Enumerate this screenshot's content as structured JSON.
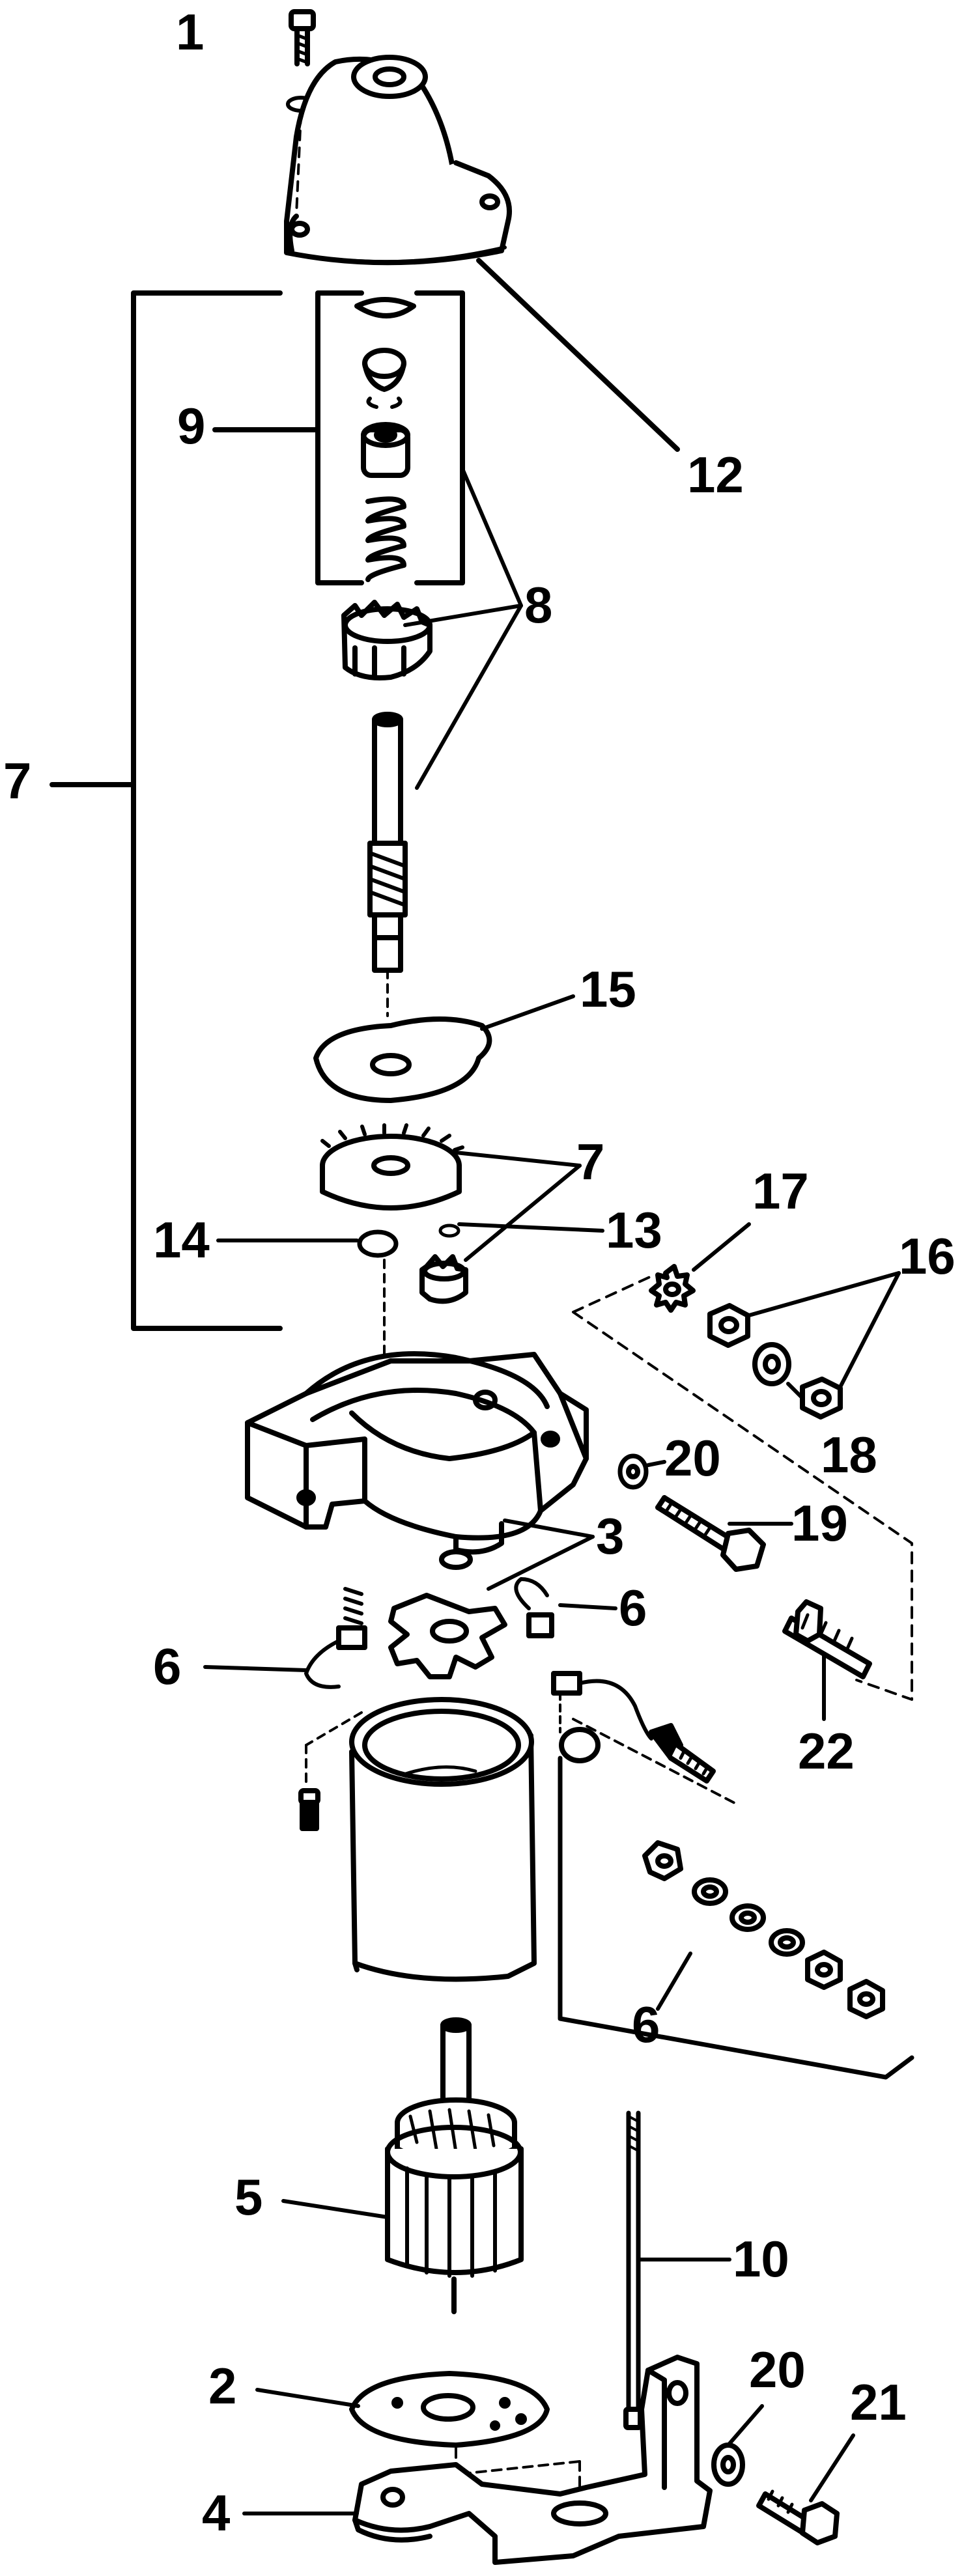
{
  "labels": {
    "l1": "1",
    "l2": "2",
    "l3": "3",
    "l4": "4",
    "l5": "5",
    "l6a": "6",
    "l6b": "6",
    "l6c": "6",
    "l7a": "7",
    "l7b": "7",
    "l8": "8",
    "l9": "9",
    "l10": "10",
    "l12": "12",
    "l13": "13",
    "l14": "14",
    "l15": "15",
    "l16": "16",
    "l17": "17",
    "l18": "18",
    "l19": "19",
    "l20a": "20",
    "l20b": "20",
    "l21": "21",
    "l22": "22"
  }
}
